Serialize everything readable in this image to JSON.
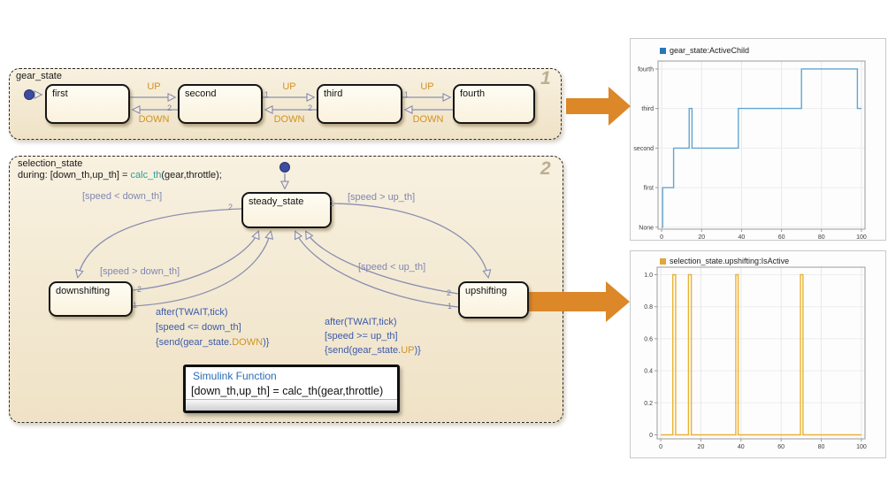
{
  "colors": {
    "container_fill": "#f4ebd6",
    "state_fill": "#fcf7ea",
    "transition": "#8a8fb0",
    "condition_text": "#8086b4",
    "action_text": "#3b5aa9",
    "event_text": "#d29222",
    "function_teal": "#2a9d9b",
    "initial_dot": "#3d4c9e",
    "block_arrow": "#dc8728"
  },
  "gear_state": {
    "title": "gear_state",
    "execution_order": "1",
    "states": [
      "first",
      "second",
      "third",
      "fourth"
    ],
    "up_label": "UP",
    "down_label": "DOWN",
    "orders": {
      "second_up": "1",
      "second_down": "2",
      "third_up": "1",
      "third_down": "2"
    }
  },
  "selection_state": {
    "title": "selection_state",
    "during_prefix": "during: [down_th,up_th] = ",
    "during_fn": "calc_th",
    "during_suffix": "(gear,throttle);",
    "execution_order": "2",
    "states": {
      "steady": "steady_state",
      "down": "downshifting",
      "up": "upshifting"
    },
    "conditions": {
      "to_down": "[speed < down_th]",
      "from_down": "[speed > down_th]",
      "to_up": "[speed > up_th]",
      "from_up": "[speed < up_th]"
    },
    "down_action": {
      "line1": "after(TWAIT,tick)",
      "line2": "[speed <= down_th]",
      "line3_pre": "{send(gear_state.",
      "line3_event": "DOWN",
      "line3_post": ")}"
    },
    "up_action": {
      "line1": "after(TWAIT,tick)",
      "line2": "[speed >= up_th]",
      "line3_pre": "{send(gear_state.",
      "line3_event": "UP",
      "line3_post": ")}"
    },
    "orders": {
      "steady_to_down": "2",
      "steady_to_up": "1",
      "down_return_cond": "2",
      "down_return_action": "1",
      "up_return_cond": "2",
      "up_return_action": "1"
    }
  },
  "simulink_function": {
    "title": "Simulink Function",
    "body": "[down_th,up_th] = calc_th(gear,throttle)"
  },
  "chart_data": [
    {
      "type": "line",
      "step": true,
      "legend": "gear_state:ActiveChild",
      "line_color": "#62a6cf",
      "marker_color": "#2878b5",
      "xlim": [
        -1.8,
        101.8
      ],
      "ylim": [
        -0.05,
        4.2
      ],
      "xticks": [
        0,
        20,
        40,
        60,
        80,
        100
      ],
      "yticks": [
        {
          "v": 0,
          "label": "None"
        },
        {
          "v": 1,
          "label": "first"
        },
        {
          "v": 2,
          "label": "second"
        },
        {
          "v": 3,
          "label": "third"
        },
        {
          "v": 4,
          "label": "fourth"
        }
      ],
      "points": [
        [
          0,
          0
        ],
        [
          0.5,
          0
        ],
        [
          0.5,
          1
        ],
        [
          6,
          1
        ],
        [
          6,
          2
        ],
        [
          13.8,
          2
        ],
        [
          13.8,
          3
        ],
        [
          15.2,
          3
        ],
        [
          15.2,
          2
        ],
        [
          38.4,
          2
        ],
        [
          38.4,
          3
        ],
        [
          70,
          3
        ],
        [
          70,
          4
        ],
        [
          98,
          4
        ],
        [
          98,
          3
        ],
        [
          100,
          3
        ]
      ],
      "grid": true,
      "legend_position": "top-left"
    },
    {
      "type": "line",
      "step": true,
      "legend": "selection_state.upshifting:IsActive",
      "line_color": "#eab233",
      "marker_color": "#e2a43c",
      "xlim": [
        -1.8,
        101.8
      ],
      "ylim": [
        -0.025,
        1.047
      ],
      "xticks": [
        0,
        20,
        40,
        60,
        80,
        100
      ],
      "yticks": [
        {
          "v": 0,
          "label": "0"
        },
        {
          "v": 0.2,
          "label": "0.2"
        },
        {
          "v": 0.4,
          "label": "0.4"
        },
        {
          "v": 0.6,
          "label": "0.6"
        },
        {
          "v": 0.8,
          "label": "0.8"
        },
        {
          "v": 1,
          "label": "1.0"
        }
      ],
      "points": [
        [
          0,
          0
        ],
        [
          6,
          0
        ],
        [
          6,
          1
        ],
        [
          7.4,
          1
        ],
        [
          7.4,
          0
        ],
        [
          13.8,
          0
        ],
        [
          13.8,
          1
        ],
        [
          15.2,
          1
        ],
        [
          15.2,
          0
        ],
        [
          37.4,
          0
        ],
        [
          37.4,
          1
        ],
        [
          38.6,
          1
        ],
        [
          38.6,
          0
        ],
        [
          69.6,
          0
        ],
        [
          69.6,
          1
        ],
        [
          70.9,
          1
        ],
        [
          70.9,
          0
        ],
        [
          100,
          0
        ]
      ],
      "grid": true,
      "legend_position": "top-left"
    }
  ]
}
